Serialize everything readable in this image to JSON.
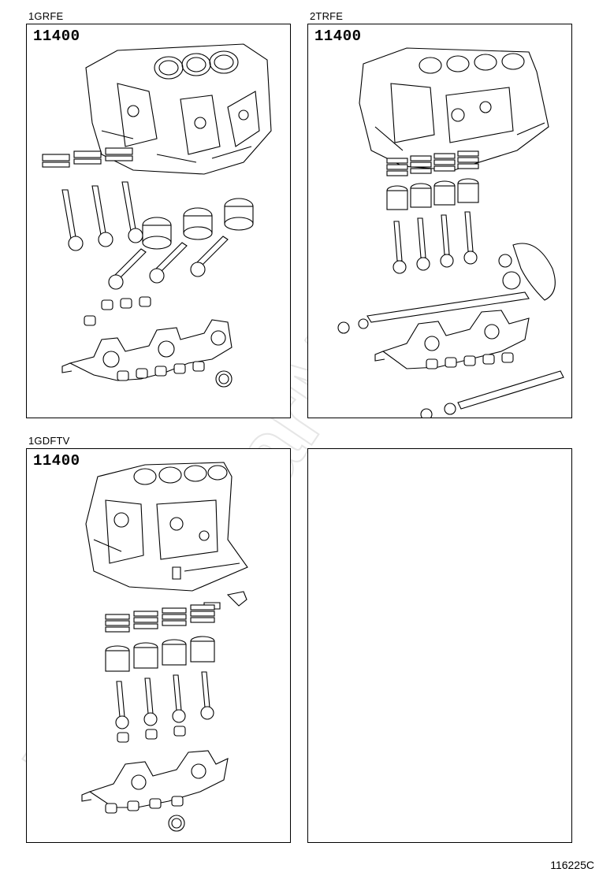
{
  "panels": [
    {
      "engine": "1GRFE",
      "part_number": "11400"
    },
    {
      "engine": "2TRFE",
      "part_number": "11400"
    },
    {
      "engine": "1GDFTV",
      "part_number": "11400"
    },
    {
      "engine": "",
      "part_number": ""
    }
  ],
  "reference_code": "116225C",
  "watermark_text": "ToyotaCarMile.ru",
  "colors": {
    "line": "#000000",
    "background": "#ffffff",
    "watermark": "#e6e6e6"
  }
}
